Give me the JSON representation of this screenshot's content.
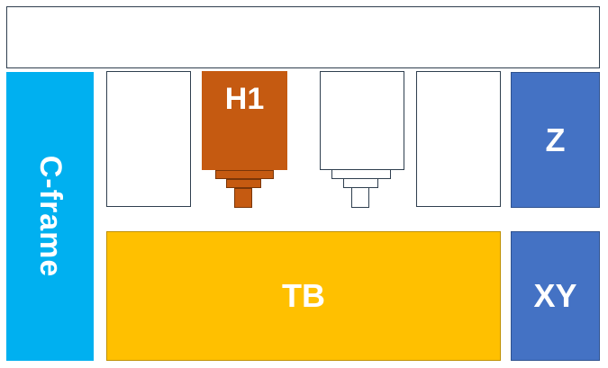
{
  "diagram": {
    "top_bar": {
      "label": ""
    },
    "c_frame": {
      "label": "C-frame",
      "color": "#00B0F0"
    },
    "h1": {
      "label": "H1",
      "color": "#C55A11"
    },
    "z": {
      "label": "Z",
      "color": "#4472C4"
    },
    "tb": {
      "label": "TB",
      "color": "#FFC000"
    },
    "xy": {
      "label": "XY",
      "color": "#4472C4"
    },
    "outline_color": "#2F3F4F"
  }
}
